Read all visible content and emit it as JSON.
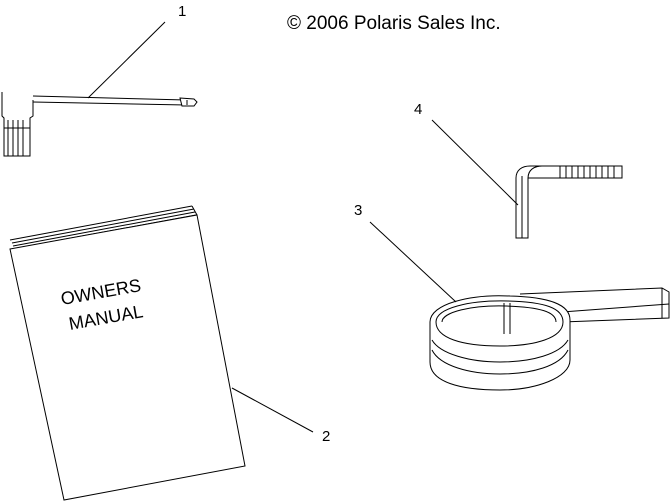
{
  "copyright": "© 2006 Polaris Sales Inc.",
  "callouts": {
    "item1": "1",
    "item2": "2",
    "item3": "3",
    "item4": "4"
  },
  "manual": {
    "line1": "OWNERS",
    "line2": "MANUAL"
  }
}
